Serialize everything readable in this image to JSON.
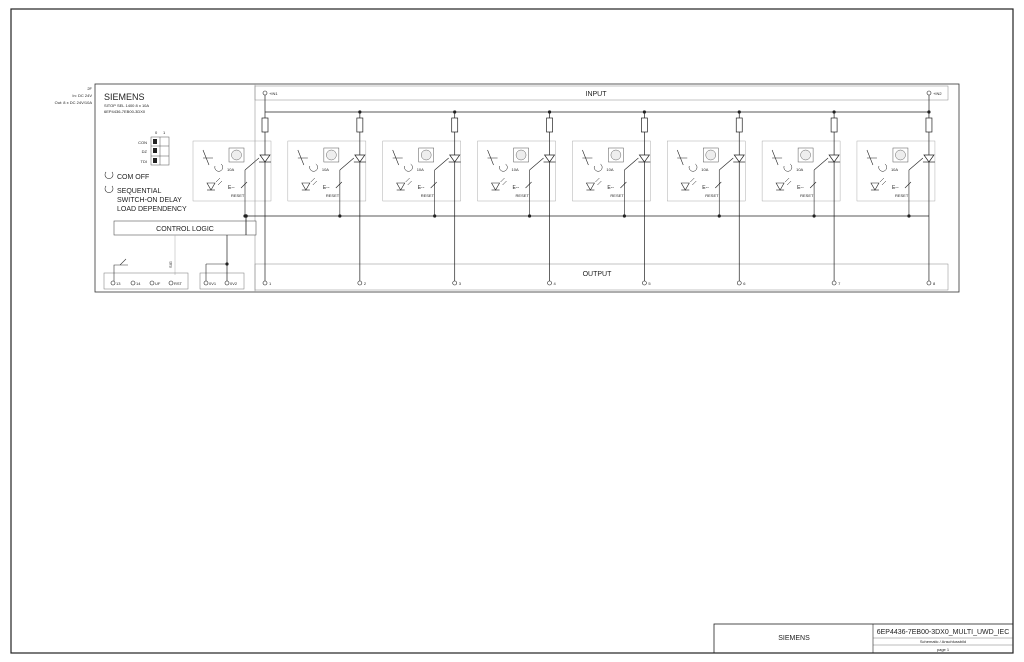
{
  "header": {
    "left_lines": [
      "2F",
      "In: DC 24V",
      "Out: 8 x DC 24V/10A"
    ],
    "brand": "SIEMENS",
    "device_lines": [
      "SITOP SEL 1400 8 x 10A",
      "6EP4436-7EB00-3DX0"
    ]
  },
  "switch_table": {
    "col_labels": [
      "0",
      "1"
    ],
    "rows": [
      "CON",
      "DZ",
      "TDI"
    ]
  },
  "modes": [
    "COM OFF",
    "SEQUENTIAL",
    "SWITCH-ON DELAY",
    "LOAD DEPENDENCY"
  ],
  "control_logic": "CONTROL LOGIC",
  "input_bus": {
    "label": "INPUT",
    "left_terminal": "+IN1",
    "right_terminal": "+IN2"
  },
  "output_bus": {
    "label": "OUTPUT",
    "terminals": [
      "1",
      "2",
      "3",
      "4",
      "5",
      "6",
      "7",
      "8"
    ]
  },
  "channel": {
    "rating": "10A",
    "reset": "RESET"
  },
  "ctrl_terminals": [
    "13",
    "14",
    "UF",
    "RST"
  ],
  "power_terminals": [
    "0V1",
    "0V2"
  ],
  "ctrl_small": "SIG",
  "title_block": {
    "company": "SIEMENS",
    "drawing_id": "6EP4436-7EB00-3DX0_MULTI_UWD_IEC",
    "line2": "Schematic / Anschlussbild",
    "line3": "page 1"
  }
}
